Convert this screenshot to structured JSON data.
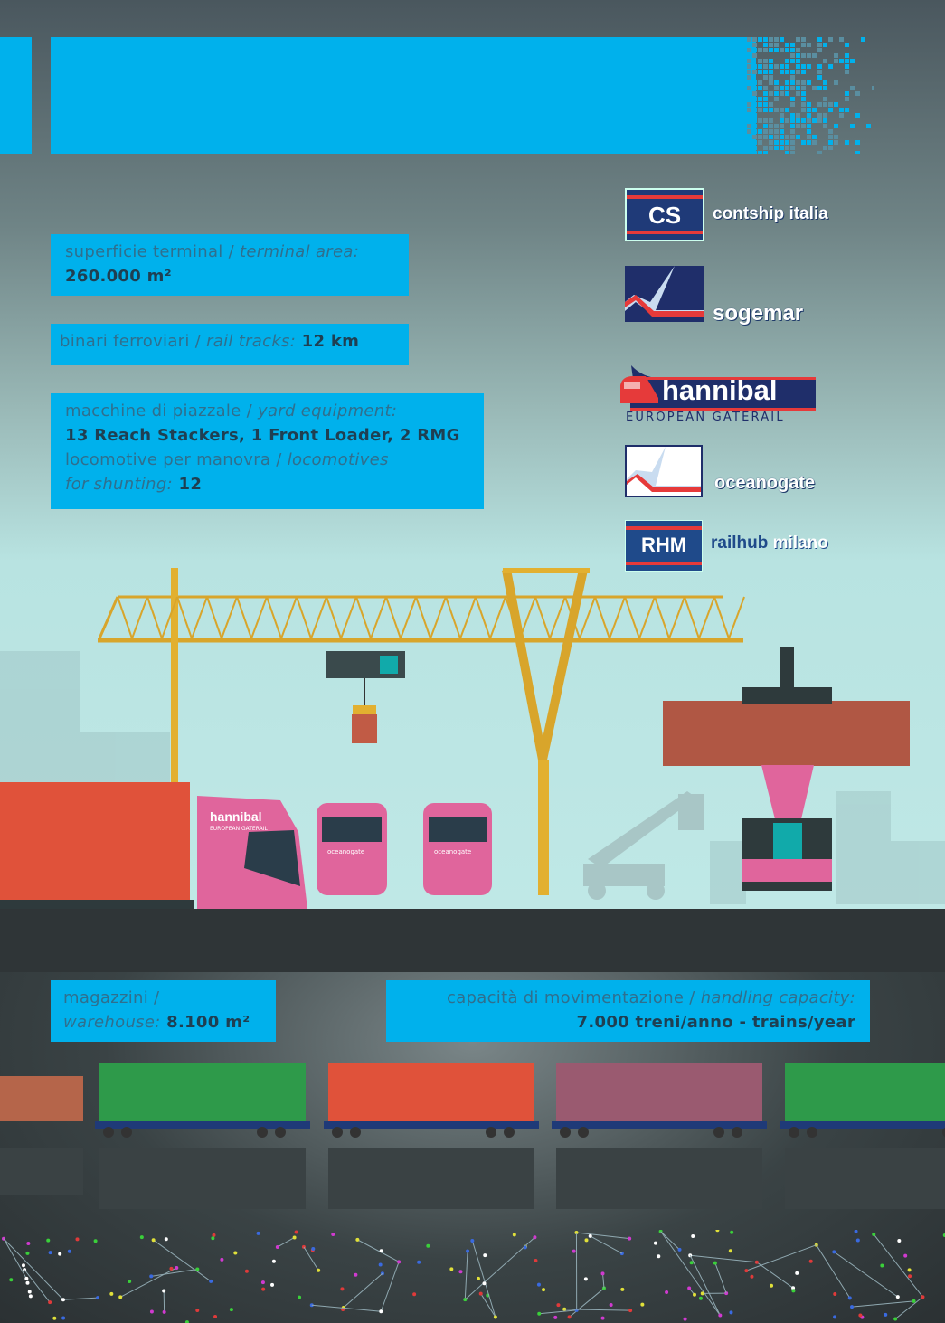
{
  "stats": {
    "terminal_area": {
      "label_it": "superficie terminal / ",
      "label_en": "terminal area:",
      "value": "260.000 m²"
    },
    "rail_tracks": {
      "label_it": "binari ferroviari / ",
      "label_en": "rail tracks:",
      "value": " 12 km"
    },
    "yard_equipment": {
      "label_it": "macchine di piazzale / ",
      "label_en": "yard equipment:",
      "value": "13 Reach Stackers, 1 Front Loader, 2 RMG",
      "label2_it": "locomotive per manovra / ",
      "label2_en_a": "locomotives",
      "label2_en_b": "for shunting:",
      "value2": " 12"
    },
    "warehouse": {
      "label_it": "magazzini /",
      "label_en": "warehouse:",
      "value": " 8.100 m²"
    },
    "handling": {
      "label_it": "capacità di movimentazione / ",
      "label_en": "handling capacity:",
      "value": "7.000 treni/anno - trains/year"
    }
  },
  "logos": [
    {
      "name": "contship italia",
      "mark": "CS",
      "text": "contship italia"
    },
    {
      "name": "sogemar",
      "text": "sogemar"
    },
    {
      "name": "hannibal",
      "text": "hannibal",
      "sub": "EUROPEAN GATERAIL"
    },
    {
      "name": "oceanogate",
      "text": "oceanogate"
    },
    {
      "name": "railhub milano",
      "mark": "RHM",
      "text_a": "railhub",
      "text_b": "milano"
    }
  ],
  "truck_logo": {
    "text": "hannibal",
    "sub": "EUROPEAN GATERAIL"
  },
  "loco_logo": "oceanogate",
  "colors": {
    "accent": "#00b1ec",
    "navy": "#1f3a78",
    "red": "#e63a3a",
    "pink": "#e0659c"
  }
}
